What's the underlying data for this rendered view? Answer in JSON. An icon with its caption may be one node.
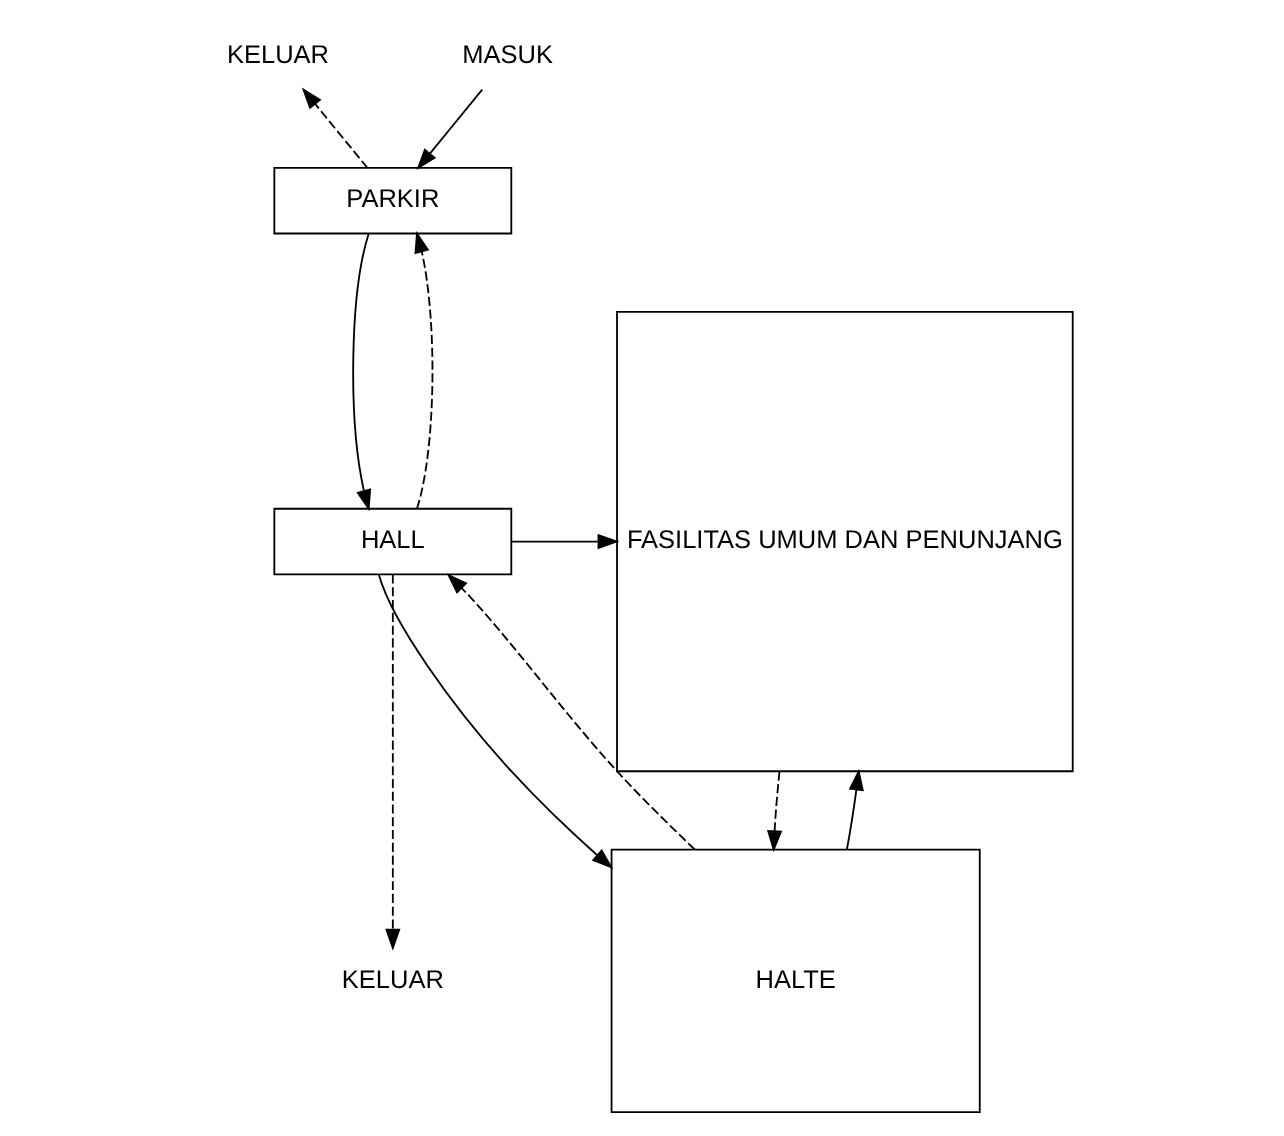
{
  "diagram": {
    "nodes": [
      {
        "text": [
          "KELUAR"
        ]
      },
      {
        "text": [
          "MASUK"
        ]
      },
      {
        "text": [
          "PARKIR"
        ]
      },
      {
        "text": [
          "KELUAR"
        ]
      },
      {
        "text": [
          "HALL"
        ]
      },
      {
        "text": [
          "FASILITAS UMUM DAN PENUNJANG"
        ]
      },
      {
        "text": [
          "HALTE"
        ]
      }
    ],
    "edges": [
      {
        "from": 1,
        "to": 2,
        "arrow": "to"
      },
      {
        "from": 2,
        "to": 0,
        "arrow": "to",
        "style": "dashed"
      },
      {
        "from": 2,
        "to": 4,
        "arrow": "to"
      },
      {
        "from": 4,
        "to": 2,
        "arrow": "to",
        "style": "dashed"
      },
      {
        "from": 4,
        "to": 3,
        "arrow": "to",
        "style": "dashed"
      },
      {
        "from": 4,
        "to": 5,
        "arrow": "to"
      },
      {
        "from": 4,
        "to": 6,
        "arrow": "to"
      },
      {
        "from": 6,
        "to": 4,
        "arrow": "to",
        "style": "dashed"
      },
      {
        "from": 5,
        "to": 6,
        "arrow": "to",
        "style": "dashed"
      },
      {
        "from": 6,
        "to": 5,
        "arrow": "to"
      }
    ]
  }
}
